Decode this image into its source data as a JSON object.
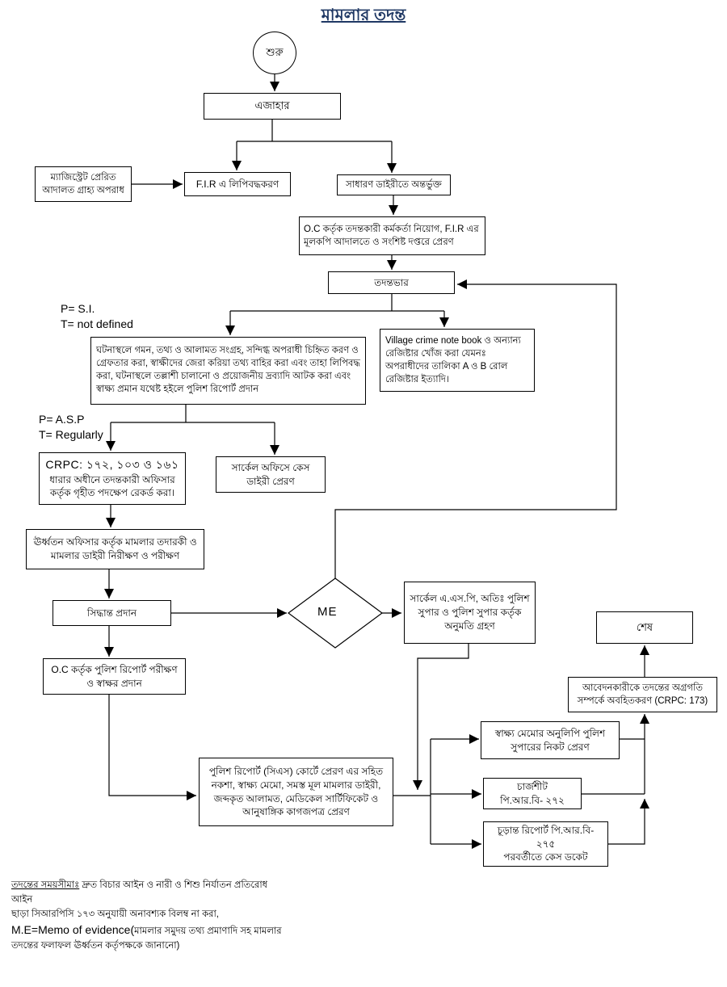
{
  "title": "মামলার তদন্ত",
  "nodes": {
    "start": "শুরু",
    "ejahar": "এজাহার",
    "magistrate": "ম্যাজিস্ট্রেট প্রেরিত আদালত গ্রাহ্য অপরাধ",
    "fir": "F.I.R এ লিপিবদ্ধকরণ",
    "general_diary": "সাধারণ ডাইরীতে অন্তর্ভুক্ত",
    "oc_assign": "O.C কর্তৃক তদন্তকারী কর্মকর্তা নিয়োগ, F.I.R এর মূলকপি আদালতে ও সংশিষ্ট দপ্তরে প্রেরণ",
    "charge": "তদন্তভার",
    "scene_actions": "ঘটনাস্থলে গমন, তথ্য ও আলামত সংগ্রহ, সন্দিগ্ধ অপরাধী চিহ্নিত করণ ও গ্রেফতার করা, স্বাক্ষীদের জেরা করিয়া তথ্য বাহির করা এবং তাহা লিপিবদ্ধ করা, ঘটনাস্থলে তল্লাশী চালানো ও প্রয়োজনীয় দ্রব্যাদি আটক করা এবং স্বাক্ষ্য প্রমান যথেষ্ট হইলে পুলিশ রিপোর্ট প্রদান",
    "village_book": "Village crime note book ও অন্যান্য রেজিষ্টার খোঁজ করা যেমনঃ অপরাধীদের তালিকা A ও B রোল রেজিষ্টার ইত্যাদি।",
    "crpc": {
      "l1": "CRPC: ১৭২, ১০৩ ও ১৬১",
      "l2": "ধারার অধীনে তদন্তকারী অফিসার কর্তৃক গৃহীত পদক্ষেপ রেকর্ড করা।"
    },
    "circle_office": "সার্কেল অফিসে কেস ডাইরী প্রেরণ",
    "senior_officer": "ঊর্ধ্বতন অফিসার কর্তৃক মামলার তদারকী ও মামলার ডাইরী নিরীক্ষণ ও পরীক্ষণ",
    "decision": "সিদ্ধান্ত প্রদান",
    "me": "ME",
    "circle_asp": "সার্কেল এ.এস.পি, অতিঃ পুলিশ সুপার ও পুলিশ সুপার কর্তৃক অনুমতি গ্রহণ",
    "oc_report": "O.C কর্তৃক পুলিশ রিপোর্ট পরীক্ষণ ও স্বাক্ষর প্রদান",
    "end": "শেষ",
    "inform_applicant": "আবেদনকারীকে তদন্তের অগ্রগতি সম্পর্কে অবহিতকরণ (CRPC: 173)",
    "cs_court": "পুলিশ রিপোর্ট (সিএস) কোর্টে প্রেরণ এর সহিত নকশা, স্বাক্ষ্য মেমো, সমস্ত মূল মামলার ডাইরী, জব্দকৃত আলামত, মেডিকেল সার্টিফিকেট ও আনুষাঙ্গিক কাগজপত্র প্রেরণ",
    "memo_copy": "স্বাক্ষ্য মেমোর অনুলিপি পুলিশ সুপারের নিকট প্রেরণ",
    "chargesheet": {
      "l1": "চার্জশীট",
      "l2": "পি.আর.বি- ২৭২"
    },
    "final_report": {
      "l1": "চূড়ান্ত রিপোর্ট পি.আর.বি-",
      "l2": "২৭৫",
      "l3": "পরবর্তীতে কেস ডকেট"
    }
  },
  "annotations": {
    "si": {
      "l1": "P= S.I.",
      "l2": "T= not defined"
    },
    "asp": {
      "l1": "P= A.S.P",
      "l2": "T= Regularly"
    }
  },
  "footnotes": {
    "l1_underlined": "তদন্তের সময়সীমাঃ",
    "l1_rest": " দ্রুত বিচার আইন ও নারী ও শিশু নির্যাতন প্রতিরোধ আইন",
    "l2": "ছাড়া সিআরপিসি ১৭৩ অনুযায়ী অনাবশ্যক বিলম্ব না করা,",
    "l3_latin": "M.E=Memo of evidence(",
    "l3_bn": "মামলার সমুদয় তথ্য প্রমাণাদি সহ মামলার",
    "l4": "তদন্তের ফলাফল ঊর্ধ্বতন কর্তৃপক্ষকে জানানো)"
  },
  "colors": {
    "title": "#1f3864",
    "line": "#000000",
    "box_border": "#000000",
    "background": "#ffffff"
  }
}
